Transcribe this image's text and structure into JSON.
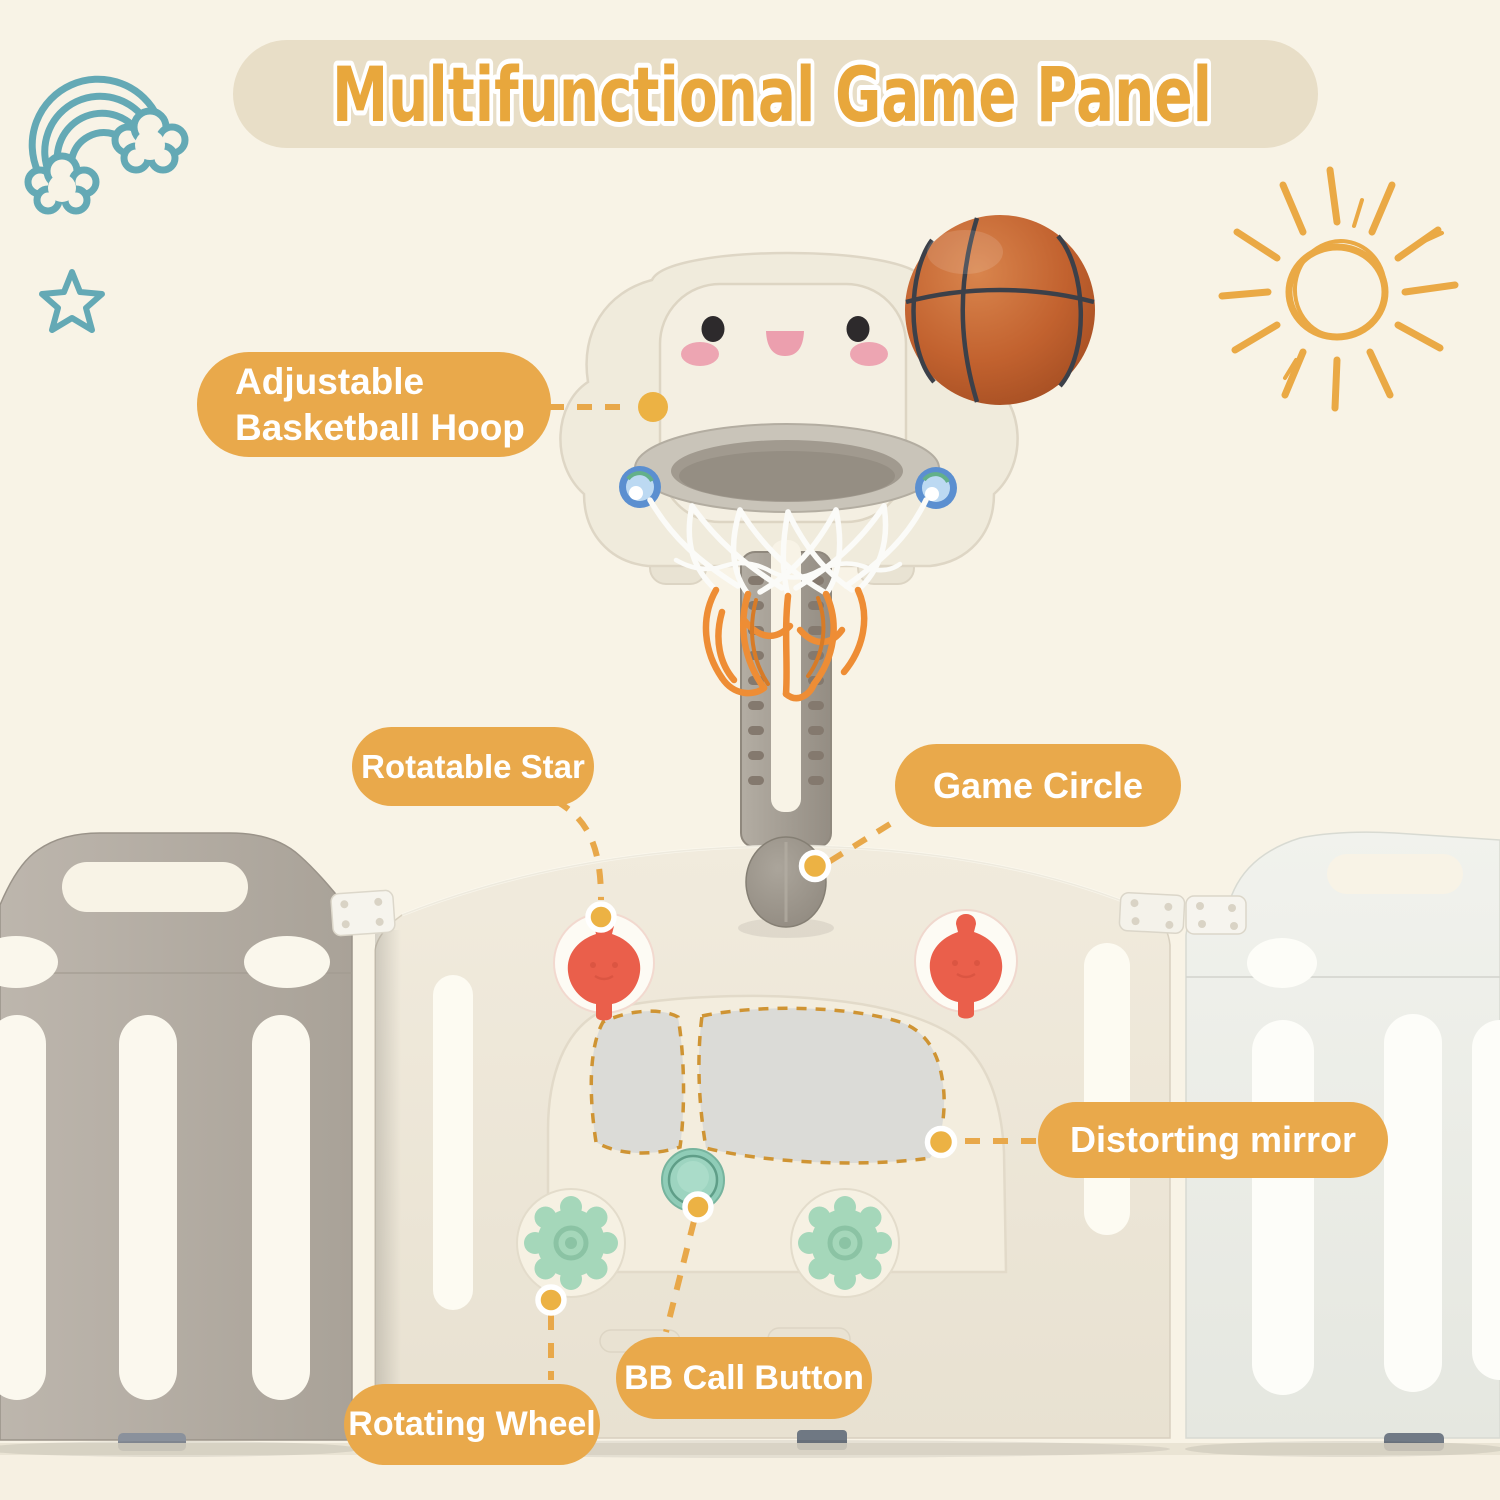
{
  "page": {
    "title": "Multifunctional Game Panel"
  },
  "callouts": {
    "adjustable_hoop": {
      "line1": "Adjustable",
      "line2": "Basketball Hoop"
    },
    "rotatable_star": {
      "label": "Rotatable Star"
    },
    "game_circle": {
      "label": "Game Circle"
    },
    "distorting_mirror": {
      "label": "Distorting mirror"
    },
    "bb_call_button": {
      "label": "BB Call Button"
    },
    "rotating_wheel": {
      "label": "Rotating Wheel"
    }
  },
  "colors": {
    "background": "#f8f3e6",
    "title_band": "#e8dec7",
    "title_text": "#e8a73c",
    "callout_pill": "#e9a94b",
    "callout_text": "#ffffff",
    "doodle_teal": "#64a9b5",
    "doodle_sun": "#eaa945",
    "red_star": "#ea5f4b",
    "mint_button": "#8fccb7",
    "green_wheel": "#a5d7ba",
    "net_orange": "#ee8d35",
    "basketball": "#c2622f",
    "gray_panel": "#b4ada4",
    "cream_panel": "#efe9da",
    "white_panel": "#eef0ea"
  },
  "icons": {
    "rainbow_doodle": "rainbow-with-clouds-icon",
    "star_doodle": "star-outline-icon",
    "sun_doodle": "sun-rays-icon"
  }
}
